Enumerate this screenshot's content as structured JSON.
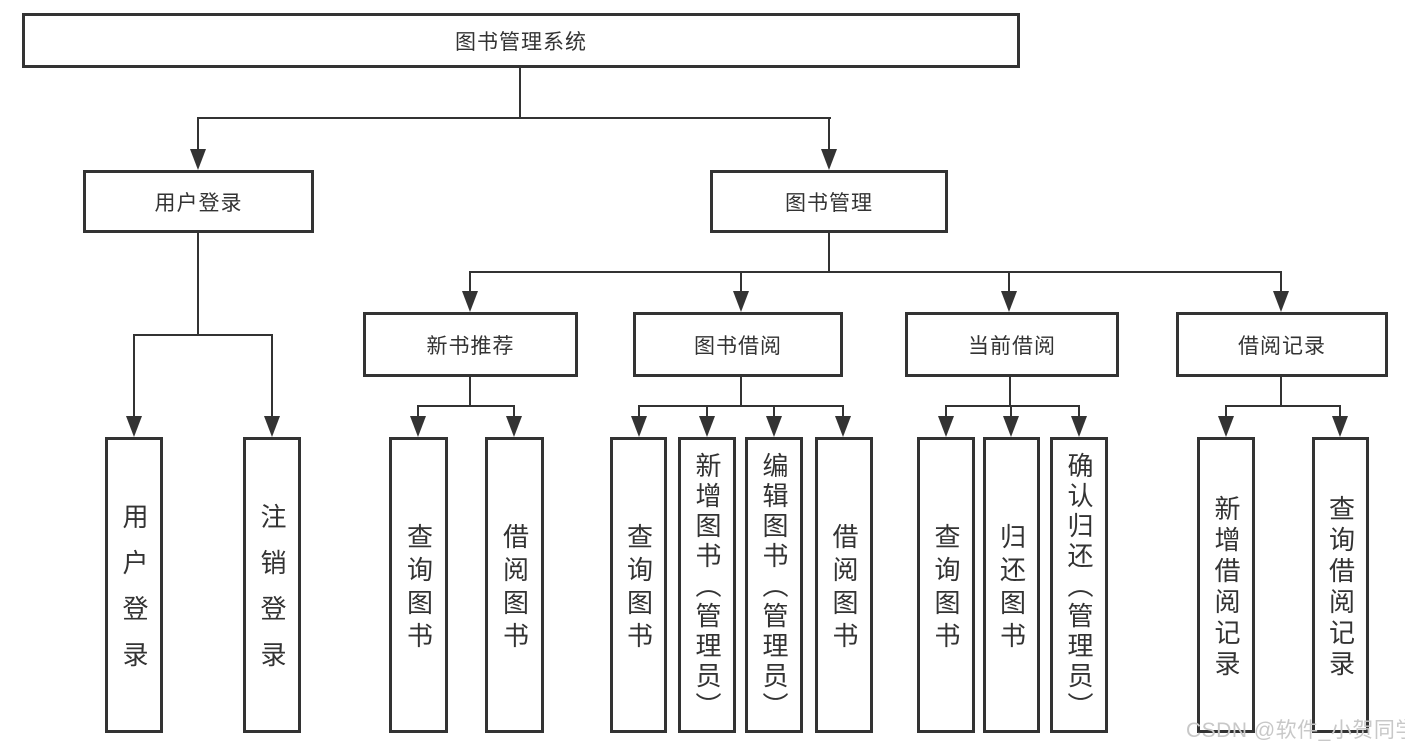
{
  "title": "图书管理系统",
  "tree": {
    "root": "图书管理系统",
    "children": [
      {
        "label": "用户登录",
        "children": [
          "用户登录",
          "注销登录"
        ]
      },
      {
        "label": "图书管理",
        "children": [
          {
            "label": "新书推荐",
            "children": [
              "查询图书",
              "借阅图书"
            ]
          },
          {
            "label": "图书借阅",
            "children": [
              "查询图书",
              "新增图书（管理员）",
              "编辑图书（管理员）",
              "借阅图书"
            ]
          },
          {
            "label": "当前借阅",
            "children": [
              "查询图书",
              "归还图书",
              "确认归还（管理员）"
            ]
          },
          {
            "label": "借阅记录",
            "children": [
              "新增借阅记录",
              "查询借阅记录"
            ]
          }
        ]
      }
    ]
  },
  "watermark": "CSDN @软件_小贺同学",
  "colors": {
    "line": "#333333",
    "text": "#333333",
    "background": "#ffffff",
    "watermark": "#c8c8c8"
  }
}
